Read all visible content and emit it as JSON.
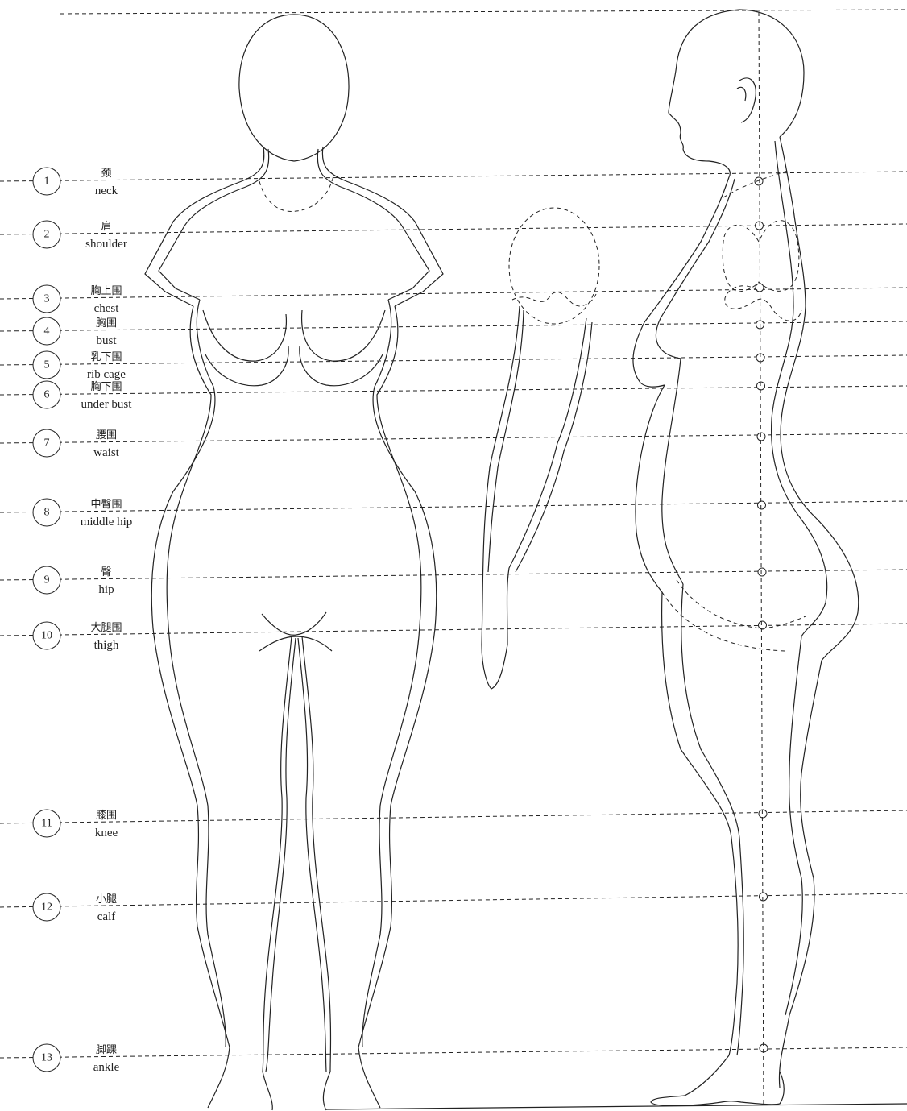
{
  "measurements": [
    {
      "n": "1",
      "zh": "颈",
      "en": "neck"
    },
    {
      "n": "2",
      "zh": "肩",
      "en": "shoulder"
    },
    {
      "n": "3",
      "zh": "胸上围",
      "en": "chest"
    },
    {
      "n": "4",
      "zh": "胸围",
      "en": "bust"
    },
    {
      "n": "5",
      "zh": "乳下围",
      "en": "rib cage"
    },
    {
      "n": "6",
      "zh": "胸下围",
      "en": "under bust"
    },
    {
      "n": "7",
      "zh": "腰围",
      "en": "waist"
    },
    {
      "n": "8",
      "zh": "中臀围",
      "en": "middle hip"
    },
    {
      "n": "9",
      "zh": "臀",
      "en": "hip"
    },
    {
      "n": "10",
      "zh": "大腿围",
      "en": "thigh"
    },
    {
      "n": "11",
      "zh": "膝围",
      "en": "knee"
    },
    {
      "n": "12",
      "zh": "小腿",
      "en": "calf"
    },
    {
      "n": "13",
      "zh": "脚踝",
      "en": "ankle"
    }
  ]
}
